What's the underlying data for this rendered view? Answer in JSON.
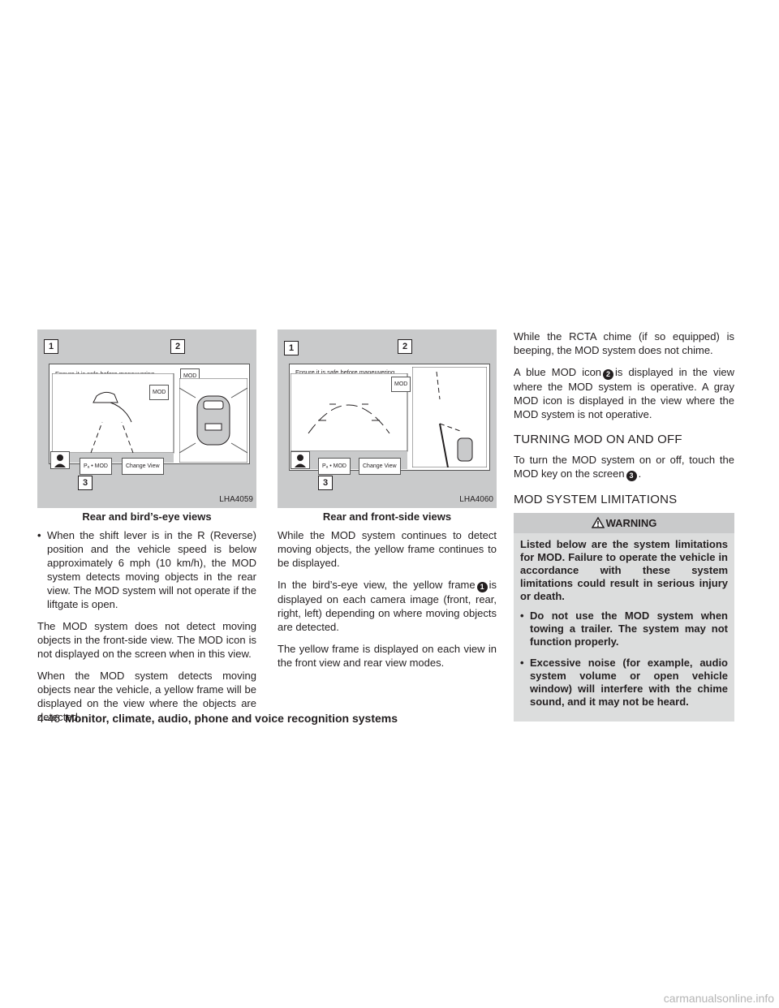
{
  "figures": [
    {
      "code": "LHA4059",
      "caption": "Rear and bird’s-eye views",
      "message": "Ensure it is safe before maneuvering.",
      "mod_tag": "MOD",
      "mod_tag_2": "MOD",
      "status_label": "Pₐ • MOD",
      "change_view": "Change View",
      "callouts": [
        "1",
        "2",
        "3"
      ]
    },
    {
      "code": "LHA4060",
      "caption": "Rear and front-side views",
      "message": "Ensure it is safe before maneuvering.",
      "mod_tag": "MOD",
      "status_label": "Pₐ • MOD",
      "change_view": "Change View",
      "callouts": [
        "1",
        "2",
        "3"
      ]
    }
  ],
  "col1": {
    "bullet": "When the shift lever is in the R (Reverse) position and the vehicle speed is below approximately 6 mph (10 km/h), the MOD system detects moving objects in the rear view. The MOD system will not operate if the liftgate is open.",
    "p1": "The MOD system does not detect moving objects in the front-side view. The MOD icon is not displayed on the screen when in this view.",
    "p2": "When the MOD system detects moving objects near the vehicle, a yellow frame will be displayed on the view where the objects are detected."
  },
  "col2": {
    "p1": "While the MOD system continues to detect moving objects, the yellow frame continues to be displayed.",
    "p2_a": "In the bird’s-eye view, the yellow frame",
    "p2_num": "1",
    "p2_b": "is displayed on each camera image (front, rear, right, left) depending on where moving objects are detected.",
    "p3": "The yellow frame is displayed on each view in the front view and rear view modes."
  },
  "col3": {
    "p1": "While the RCTA chime (if so equipped) is beeping, the MOD system does not chime.",
    "p2_a": "A blue MOD icon",
    "p2_num": "2",
    "p2_b": "is displayed in the view where the MOD system is operative. A gray MOD icon is displayed in the view where the MOD system is not operative.",
    "h_onoff": "TURNING MOD ON AND OFF",
    "p3_a": "To turn the MOD system on or off, touch the MOD key on the screen",
    "p3_num": "3",
    "p3_b": ".",
    "h_limits": "MOD SYSTEM LIMITATIONS",
    "warning": {
      "title": "WARNING",
      "intro": "Listed below are the system limitations for MOD. Failure to operate the vehicle in accordance with these system limitations could result in serious injury or death.",
      "bullets": [
        "Do not use the MOD system when towing a trailer. The system may not function properly.",
        "Excessive noise (for example, audio system volume or open vehicle window) will interfere with the chime sound, and it may not be heard."
      ]
    }
  },
  "footer": {
    "page": "4-46",
    "title": "Monitor, climate, audio, phone and voice recognition systems"
  },
  "watermark": "carmanualsonline.info"
}
